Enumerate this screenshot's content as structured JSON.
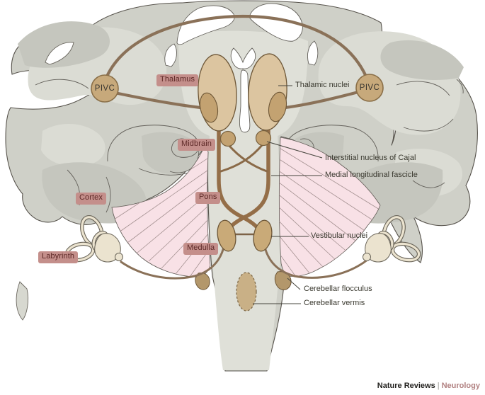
{
  "diagram": {
    "title_implicit": "Central vestibular pathways (coronal brain section)",
    "regions": {
      "thalamus": "Thalamus",
      "midbrain": "Midbrain",
      "cortex": "Cortex",
      "pons": "Pons",
      "labyrinth": "Labyrinth",
      "medulla": "Medulla"
    },
    "nodes": {
      "pivc_left": "PIVC",
      "pivc_right": "PIVC"
    },
    "annotations": {
      "thalamic_nuclei": "Thalamic nuclei",
      "interstitial_nucleus_of_cajal": "Interstitial nucleus of Cajal",
      "medial_longitudinal_fascicle": "Medial longitudinal fascicle",
      "vestibular_nuclei": "Vestibular nuclei",
      "cerebellar_flocculus": "Cerebellar flocculus",
      "cerebellar_vermis": "Cerebellar vermis"
    },
    "footer": {
      "brand": "Nature Reviews",
      "separator": "|",
      "journal": "Neurology"
    },
    "colors": {
      "brain_gray": "#cfd0c8",
      "brain_gray_light": "#dbdcd4",
      "brainstem_gray": "#dfe0d8",
      "cerebellum_pink": "#f8e1e6",
      "pathway_brown": "#8a7158",
      "mlf_brown": "#946e48",
      "nucleus_tan": "#c3a271",
      "thalamus_tan": "#dcc5a0",
      "label_box_bg": "#c48f8b",
      "label_box_text": "#5e2a28",
      "journal_accent": "#b18181"
    }
  }
}
